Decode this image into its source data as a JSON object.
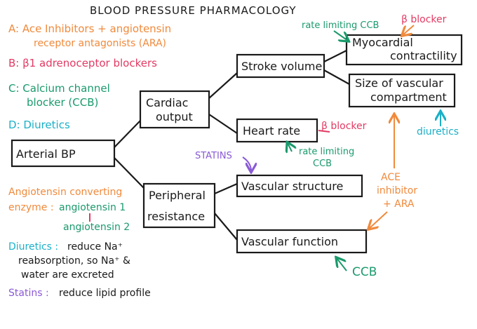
{
  "colors": {
    "ink": "#1a1a1a",
    "orange": "#f08a3c",
    "pink": "#e23a63",
    "green": "#1a9a6c",
    "teal": "#1ab0c8",
    "purple": "#8a5ad6"
  },
  "title": "BLOOD PRESSURE PHARMACOLOGY",
  "legend": {
    "a_line1": "A: Ace Inhibitors + angiotensin",
    "a_line2": "receptor antagonists (ARA)",
    "b": "B: β1 adrenoceptor blockers",
    "c_line1": "C: Calcium channel",
    "c_line2": "blocker (CCB)",
    "d": "D: Diuretics"
  },
  "notes": {
    "ace_line1": "Angiotensin converting",
    "ace_line2_label": "enzyme :",
    "ace_line2_value": "angiotensin 1",
    "ace_line3": "angiotensin 2",
    "diuretics_label": "Diuretics :",
    "diuretics_line1": "reduce Na⁺",
    "diuretics_line2": "reabsorption, so Na⁺ &",
    "diuretics_line3": "water are excreted",
    "statins_label": "Statins :",
    "statins_value": "reduce lipid profile"
  },
  "nodes": {
    "arterial_bp": "Arterial BP",
    "cardiac_output_line1": "Cardiac",
    "cardiac_output_line2": "output",
    "peripheral_line1": "Peripheral",
    "peripheral_line2": "resistance",
    "stroke_volume": "Stroke volume",
    "heart_rate": "Heart rate",
    "vascular_structure": "Vascular structure",
    "vascular_function": "Vascular function",
    "myocardial_line1": "Myocardial",
    "myocardial_line2": "contractility",
    "size_line1": "Size of vascular",
    "size_line2": "compartment"
  },
  "annotations": {
    "rate_limiting_ccb_top": "rate limiting CCB",
    "beta_blocker_top": "β blocker",
    "beta_blocker_hr": "β blocker",
    "rate_limiting_hr_line1": "rate limiting",
    "rate_limiting_hr_line2": "CCB",
    "diuretics_right": "diuretics",
    "statins": "STATINS",
    "ace_right_line1": "ACE",
    "ace_right_line2": "inhibitor",
    "ace_right_line3": "+ ARA",
    "ccb_bottom": "CCB"
  }
}
